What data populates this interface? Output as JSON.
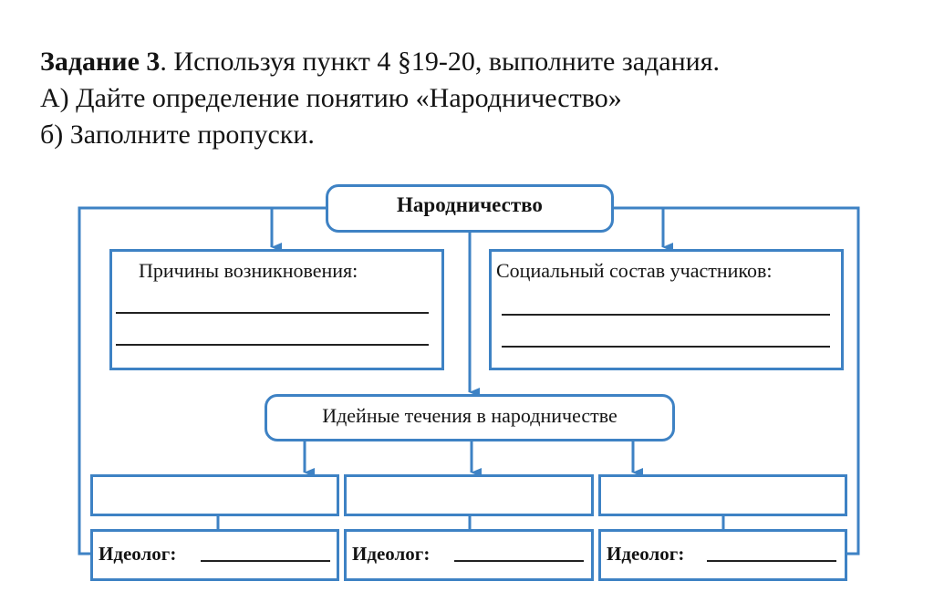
{
  "task": {
    "title_bold": "Задание 3",
    "title_rest": ". Используя пункт 4 §19-20, выполните задания.",
    "line_a": "А) Дайте определение понятию «Народничество»",
    "line_b": "б) Заполните пропуски."
  },
  "diagram": {
    "accent_color": "#3e82c4",
    "root": "Народничество",
    "causes": {
      "label": "Причины возникновения:",
      "blank_lines": 2
    },
    "social": {
      "label": "Социальный состав участников:",
      "blank_lines": 2
    },
    "currents": "Идейные течения в народничестве",
    "branches": [
      {
        "current": "",
        "ideolog_label": "Идеолог:"
      },
      {
        "current": "",
        "ideolog_label": "Идеолог:"
      },
      {
        "current": "",
        "ideolog_label": "Идеолог:"
      }
    ]
  }
}
